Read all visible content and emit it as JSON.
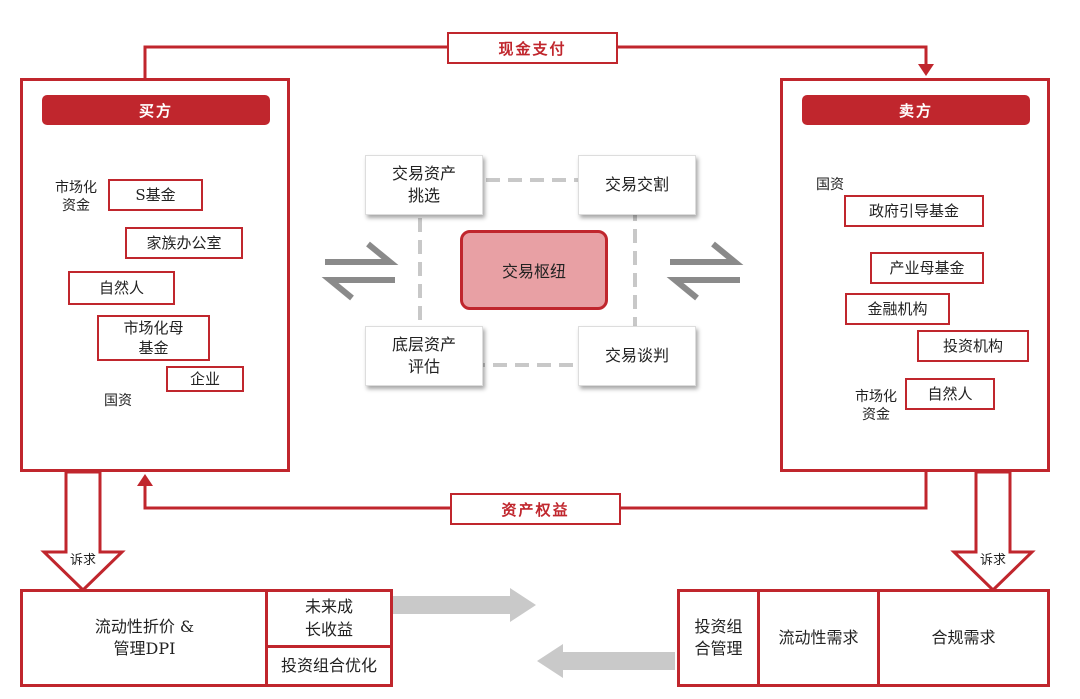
{
  "flows": {
    "cash_payment": "现金支付",
    "asset_equity": "资产权益",
    "claim_left": "诉求",
    "claim_right": "诉求"
  },
  "buyer": {
    "title": "买方",
    "market_capital": "市场化\n资金",
    "state_capital": "国资",
    "items": [
      "S基金",
      "家族办公室",
      "自然人",
      "市场化母\n基金",
      "企业"
    ]
  },
  "seller": {
    "title": "卖方",
    "state_capital": "国资",
    "market_capital": "市场化\n资金",
    "items": [
      "政府引导基金",
      "产业母基金",
      "金融机构",
      "投资机构",
      "自然人"
    ]
  },
  "center": {
    "hub": "交易枢纽",
    "asset_selection": "交易资产\n挑选",
    "delivery": "交易交割",
    "asset_valuation": "底层资产\n评估",
    "negotiation": "交易谈判"
  },
  "buyer_needs": {
    "liquidity_dpi": "流动性折价 &\n管理DPI",
    "future_returns": "未来成\n长收益",
    "portfolio_optimization": "投资组合优化"
  },
  "seller_needs": {
    "portfolio_management": "投资组\n合管理",
    "liquidity": "流动性需求",
    "compliance": "合规需求"
  },
  "colors": {
    "accent": "#c0262d",
    "hub_fill": "#e8a0a4",
    "dash_blue": "#8a9bb5",
    "arrow_gray": "#c9c9c9"
  }
}
